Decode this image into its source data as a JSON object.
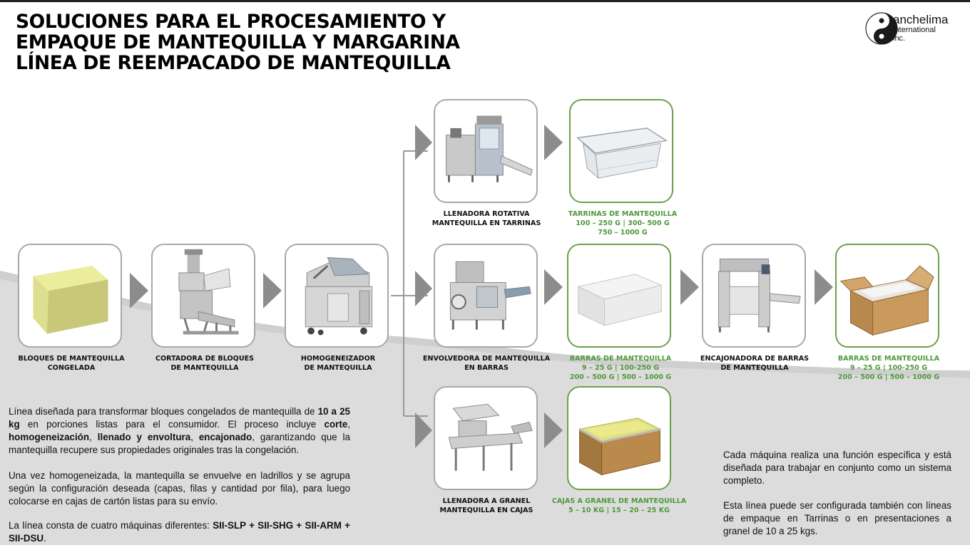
{
  "header": {
    "title_lines": [
      "SOLUCIONES PARA EL PROCESAMIENTO Y",
      "EMPAQUE DE MANTEQUILLA Y MARGARINA",
      "LÍNEA DE REEMPACADO DE MANTEQUILLA"
    ]
  },
  "logo": {
    "brand": "anchelima",
    "line2": "international",
    "line3": "inc."
  },
  "nodes": {
    "bloques": {
      "line1": "BLOQUES DE MANTEQUILLA",
      "line2": "CONGELADA"
    },
    "cortadora": {
      "line1": "CORTADORA DE BLOQUES",
      "line2": "DE MANTEQUILLA"
    },
    "homogeneizador": {
      "line1": "HOMOGENEIZADOR",
      "line2": "DE MANTEQUILLA"
    },
    "llenadora_rotativa": {
      "line1": "LLENADORA ROTATIVA",
      "line2": "MANTEQUILLA EN TARRINAS"
    },
    "tarrinas": {
      "line1": "TARRINAS DE MANTEQUILLA",
      "line2": "100 – 250 G | 300- 500 G",
      "line3": "750 – 1000 G"
    },
    "envolvedora": {
      "line1": "ENVOLVEDORA DE MANTEQUILLA",
      "line2": "EN BARRAS"
    },
    "barras1": {
      "line1": "BARRAS DE MANTEQUILLA",
      "line2": "9 – 25 G | 100-250 G",
      "line3": "200 – 500 G | 500 – 1000 G"
    },
    "encajonadora": {
      "line1": "ENCAJONADORA DE BARRAS",
      "line2": "DE MANTEQUILLA"
    },
    "barras2": {
      "line1": "BARRAS DE MANTEQUILLA",
      "line2": "9 – 25 G | 100-250 G",
      "line3": "200 – 500 G | 500 – 1000 G"
    },
    "llenadora_granel": {
      "line1": "LLENADORA A GRANEL",
      "line2": "MANTEQUILLA EN CAJAS"
    },
    "cajas_granel": {
      "line1": "CAJAS A GRANEL DE MANTEQUILLA",
      "line2": "5 – 10 KG | 15 – 20 – 25 KG"
    }
  },
  "left_text": {
    "p1_a": "Línea diseñada para transformar bloques congelados de mantequilla de ",
    "p1_b": "10 a 25 kg",
    "p1_c": " en porciones listas para el consumidor. El proceso incluye ",
    "p1_d": "corte",
    "p1_e": ", ",
    "p1_f": "homogeneización",
    "p1_g": ", ",
    "p1_h": "llenado y envoltura",
    "p1_i": ", ",
    "p1_j": "encajonado",
    "p1_k": ", garantizando que la mantequilla recupere sus propiedades originales tras la congelación.",
    "p2": "Una vez homogeneizada, la mantequilla se envuelve en ladrillos y se agrupa según la configuración deseada (capas, filas y cantidad por fila), para luego colocarse en cajas de cartón listas para su envío.",
    "p3_a": "La línea consta de cuatro máquinas diferentes: ",
    "p3_b": "SII-SLP + SII-SHG + SII-ARM + SII-DSU",
    "p3_c": "."
  },
  "right_text": {
    "p1": "Cada máquina realiza una función específica y está diseñada para trabajar en conjunto como un sistema completo.",
    "p2": "Esta línea puede ser configurada también con líneas de empaque en Tarrinas o en presentaciones a granel de 10 a 25 kgs."
  },
  "colors": {
    "accent_green": "#4f9a3a",
    "box_border_green": "#6aa14b",
    "box_border_gray": "#a8a8a8",
    "arrow_gray": "#8c8c8c",
    "wave_gray": "#dcdcdc"
  },
  "icons": [
    "butter-block-icon",
    "block-cutter-machine-icon",
    "homogenizer-machine-icon",
    "rotary-filler-machine-icon",
    "plastic-tub-icon",
    "wrapping-machine-icon",
    "butter-bar-icon",
    "case-packer-machine-icon",
    "open-carton-box-icon",
    "bulk-filler-machine-icon",
    "bulk-butter-box-icon",
    "arrow-right-icon"
  ]
}
